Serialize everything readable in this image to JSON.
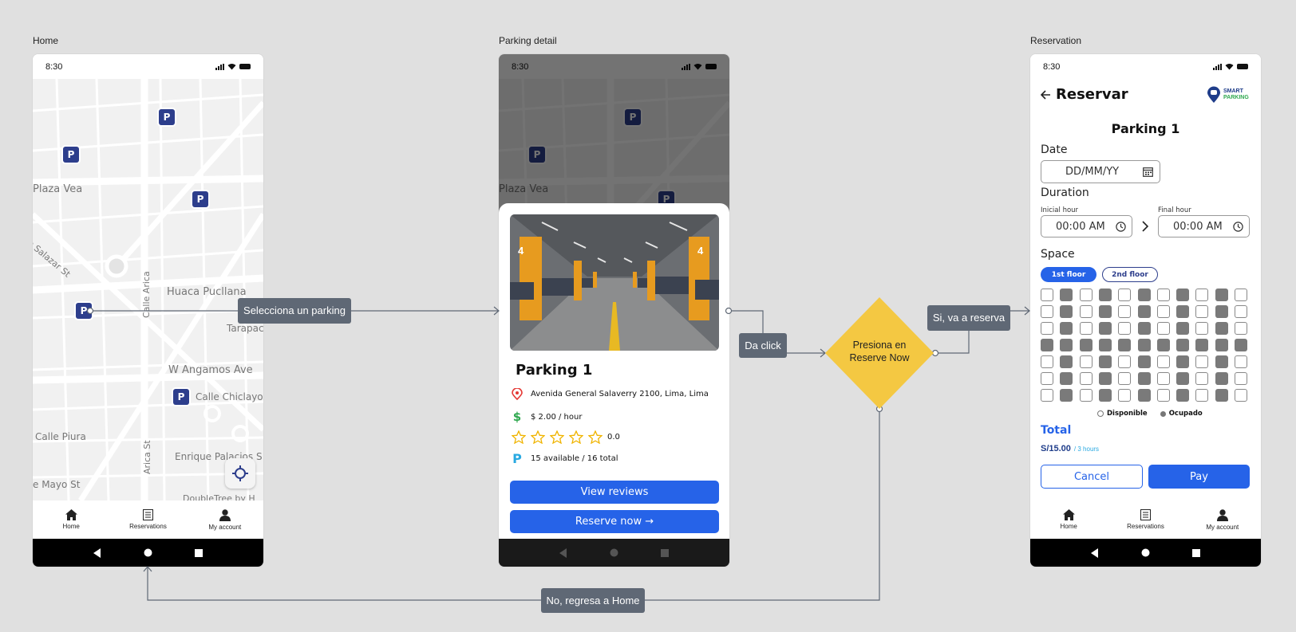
{
  "frames": {
    "home_label": "Home",
    "detail_label": "Parking detail",
    "reservation_label": "Reservation"
  },
  "status": {
    "time": "8:30"
  },
  "map": {
    "pin_letter": "P",
    "labels": {
      "plaza_vea": "Plaza Vea",
      "salazar": "do Salazar St",
      "calle_arica": "Calle Arica",
      "huaca": "Huaca Pucllana",
      "tarapaca": "Tarapac",
      "angamos": "W Angamos Ave",
      "chiclayo": "Calle Chiclayo",
      "piura": "Calle Piura",
      "arica_st": "Arica St",
      "enrique": "Enrique Palacios S",
      "mayo": "e Mayo St",
      "doubletree": "DoubleTree by H"
    }
  },
  "nav": {
    "home": "Home",
    "reservations": "Reservations",
    "account": "My account"
  },
  "detail": {
    "title": "Parking 1",
    "address": "Avenida General Salaverry 2100, Lima, Lima",
    "price": "$ 2.00 / hour",
    "rating": "0.0",
    "rating_stars": 0,
    "availability": "15 available / 16 total",
    "view_reviews": "View reviews",
    "reserve_now": "Reserve now →",
    "photo_pillar_left": "4",
    "photo_pillar_right": "4"
  },
  "flow": {
    "select_parking": "Selecciona un parking",
    "da_click": "Da click",
    "decision": "Presiona en Reserve Now",
    "yes": "Si, va a reserva",
    "no": "No, regresa a Home"
  },
  "reservation": {
    "back_title": "Reservar",
    "logo_text_1": "SMART",
    "logo_text_2": "PARKING",
    "parking_title": "Parking 1",
    "date_label": "Date",
    "date_placeholder": "DD/MM/YY",
    "duration_label": "Duration",
    "initial_hour_label": "Inicial hour",
    "initial_hour_value": "00:00 AM",
    "final_hour_label": "Final hour",
    "final_hour_value": "00:00 AM",
    "space_label": "Space",
    "floor_1": "1st floor",
    "floor_2": "2nd floor",
    "legend_free": "Disponible",
    "legend_occ": "Ocupado",
    "total_label": "Total",
    "total_value": "S/15.00",
    "total_hours": "/ 3 hours",
    "cancel": "Cancel",
    "pay": "Pay",
    "seat_grid": [
      [
        0,
        1,
        0,
        1,
        0,
        1,
        0,
        1,
        0,
        1,
        0
      ],
      [
        0,
        1,
        0,
        1,
        0,
        1,
        0,
        1,
        0,
        1,
        0
      ],
      [
        0,
        1,
        0,
        1,
        0,
        1,
        0,
        1,
        0,
        1,
        0
      ],
      [
        1,
        1,
        1,
        1,
        1,
        1,
        1,
        1,
        1,
        1,
        1
      ],
      [
        0,
        1,
        0,
        1,
        0,
        1,
        0,
        1,
        0,
        1,
        0
      ],
      [
        0,
        1,
        0,
        1,
        0,
        1,
        0,
        1,
        0,
        1,
        0
      ],
      [
        0,
        1,
        0,
        1,
        0,
        1,
        0,
        1,
        0,
        1,
        0
      ]
    ]
  },
  "colors": {
    "primary": "#2663e8",
    "pin": "#2d3e8c",
    "decision": "#f4c842",
    "connector_label": "#5f6875",
    "total": "#2663e8"
  }
}
